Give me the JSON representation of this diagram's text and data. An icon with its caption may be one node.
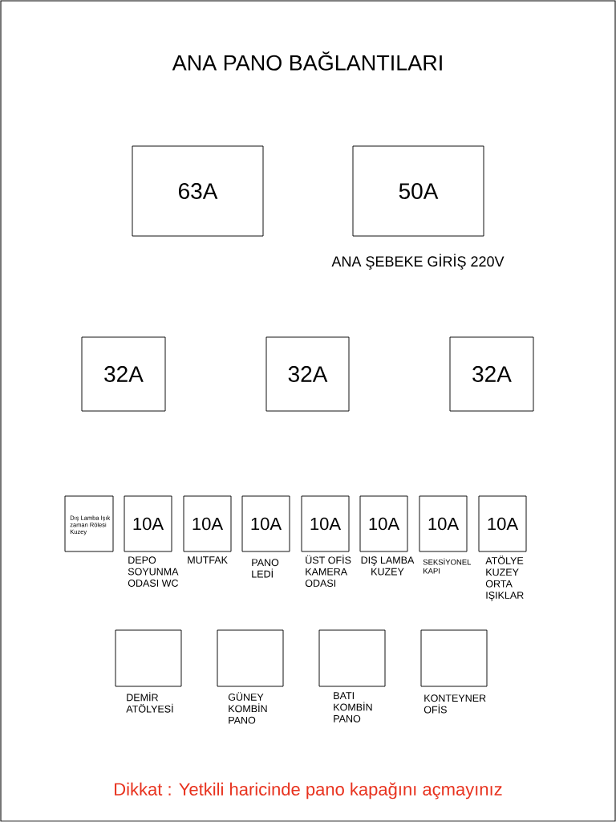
{
  "diagram": {
    "title": "ANA PANO BAĞLANTILARI",
    "nodes": [
      {
        "text": [
          "63A"
        ]
      },
      {
        "text": [
          "50A"
        ],
        "beside": [
          "ANA ŞEBEKE GİRİŞ 220V"
        ]
      },
      {
        "text": [
          "32A"
        ]
      },
      {
        "text": [
          "32A"
        ]
      },
      {
        "text": [
          "32A"
        ]
      },
      {
        "text": [
          "Dış Lamba Işık zaman Rölesi Kuzey"
        ]
      },
      {
        "text": [
          "10A"
        ],
        "beside": [
          "DEPO SOYUNMA ODASI WC"
        ]
      },
      {
        "text": [
          "10A"
        ],
        "beside": [
          "MUTFAK"
        ]
      },
      {
        "text": [
          "10A"
        ],
        "beside": [
          "PANO LEDİ"
        ]
      },
      {
        "text": [
          "10A"
        ],
        "beside": [
          "ÜST OFİS KAMERA ODASI"
        ]
      },
      {
        "text": [
          "10A"
        ],
        "beside": [
          "DIŞ LAMBA KUZEY"
        ]
      },
      {
        "text": [
          "10A"
        ],
        "beside": [
          "SEKSİYONEL KAPI"
        ]
      },
      {
        "text": [
          "10A"
        ],
        "beside": [
          "ATÖLYE KUZEY ORTA IŞIKLAR"
        ]
      },
      {
        "text": [],
        "shape": "box",
        "beside": [
          "DEMİR ATÖLYESİ"
        ]
      },
      {
        "text": [],
        "shape": "box",
        "beside": [
          "GÜNEY KOMBİN PANO"
        ]
      },
      {
        "text": [],
        "shape": "box",
        "beside": [
          "BATI KOMBİN PANO"
        ]
      },
      {
        "text": [],
        "shape": "box",
        "beside": [
          "KONTEYNER OFİS"
        ]
      }
    ],
    "labels": [
      "Dikkat : Yetkili haricinde pano kapağını açmayınız"
    ]
  }
}
